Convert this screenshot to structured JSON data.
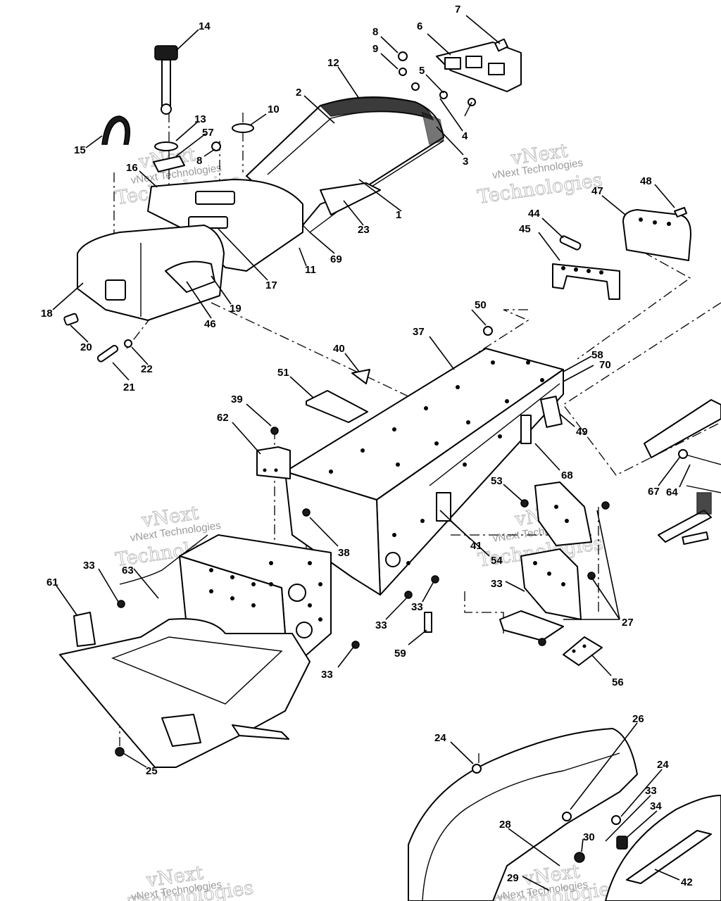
{
  "watermarks": [
    {
      "line1": "vNext",
      "line2": "Technologies",
      "small": "vNext Technologies"
    },
    {
      "line1": "vNext",
      "line2": "Technologies",
      "small": "vNext Technologies"
    },
    {
      "line1": "vNext",
      "line2": "Technologies",
      "small": "vNext Technologies"
    },
    {
      "line1": "vNext",
      "line2": "Technologies",
      "small": "vNext Technologies"
    },
    {
      "line1": "vNext",
      "line2": "Technologies",
      "small": "vNext Technologies"
    },
    {
      "line1": "vNext",
      "line2": "Technologies",
      "small": "vNext Technologies"
    }
  ],
  "callouts": [
    {
      "label": "1"
    },
    {
      "label": "2"
    },
    {
      "label": "3"
    },
    {
      "label": "4"
    },
    {
      "label": "5"
    },
    {
      "label": "6"
    },
    {
      "label": "7"
    },
    {
      "label": "8"
    },
    {
      "label": "9"
    },
    {
      "label": "10"
    },
    {
      "label": "11"
    },
    {
      "label": "12"
    },
    {
      "label": "13"
    },
    {
      "label": "14"
    },
    {
      "label": "15"
    },
    {
      "label": "16"
    },
    {
      "label": "17"
    },
    {
      "label": "18"
    },
    {
      "label": "19"
    },
    {
      "label": "20"
    },
    {
      "label": "21"
    },
    {
      "label": "22"
    },
    {
      "label": "23"
    },
    {
      "label": "57"
    },
    {
      "label": "8"
    },
    {
      "label": "46"
    },
    {
      "label": "69"
    },
    {
      "label": "44"
    },
    {
      "label": "45"
    },
    {
      "label": "47"
    },
    {
      "label": "48"
    },
    {
      "label": "50"
    },
    {
      "label": "37"
    },
    {
      "label": "40"
    },
    {
      "label": "51"
    },
    {
      "label": "58"
    },
    {
      "label": "70"
    },
    {
      "label": "49"
    },
    {
      "label": "39"
    },
    {
      "label": "62"
    },
    {
      "label": "68"
    },
    {
      "label": "53"
    },
    {
      "label": "67"
    },
    {
      "label": "64"
    },
    {
      "label": "38"
    },
    {
      "label": "41"
    },
    {
      "label": "54"
    },
    {
      "label": "33"
    },
    {
      "label": "63"
    },
    {
      "label": "61"
    },
    {
      "label": "33"
    },
    {
      "label": "33"
    },
    {
      "label": "33"
    },
    {
      "label": "27"
    },
    {
      "label": "59"
    },
    {
      "label": "33"
    },
    {
      "label": "56"
    },
    {
      "label": "25"
    },
    {
      "label": "26"
    },
    {
      "label": "24"
    },
    {
      "label": "24"
    },
    {
      "label": "33"
    },
    {
      "label": "34"
    },
    {
      "label": "28"
    },
    {
      "label": "30"
    },
    {
      "label": "29"
    },
    {
      "label": "42"
    }
  ]
}
